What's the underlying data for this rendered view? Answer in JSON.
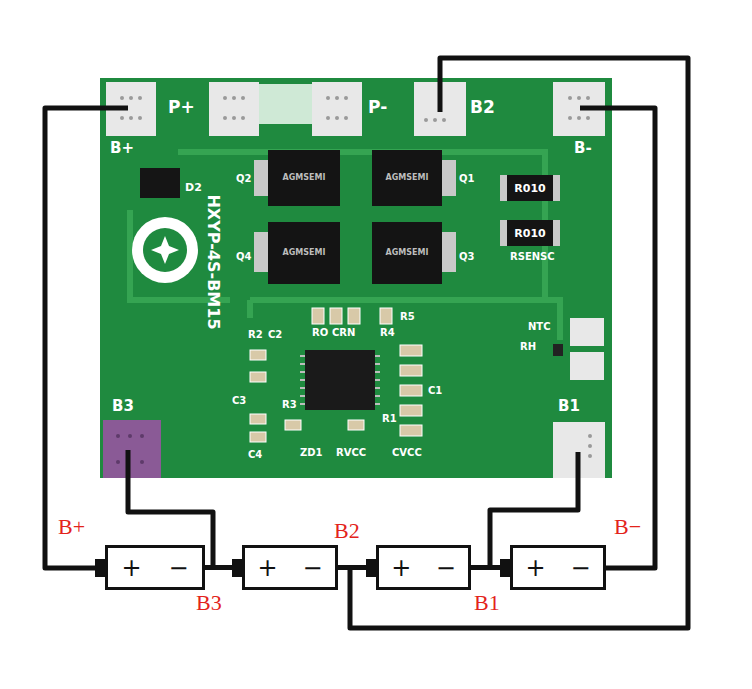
{
  "diagram": {
    "nodes": [
      {
        "text": [
          "+",
          "−"
        ]
      },
      {
        "text": [
          "+",
          "−"
        ]
      },
      {
        "text": [
          "+",
          "−"
        ]
      },
      {
        "text": [
          "+",
          "−"
        ]
      }
    ],
    "edges": [
      {
        "from": 0,
        "to": 1,
        "arrow": "none"
      },
      {
        "from": 1,
        "to": 2,
        "arrow": "none"
      },
      {
        "from": 2,
        "to": 3,
        "arrow": "none"
      }
    ],
    "labels": [
      "P+",
      "P-",
      "B2",
      "B-",
      "B+",
      "D2",
      "HXYP-4S-BM15",
      "Q2",
      "Q1",
      "Q4",
      "Q3",
      "AGMSEMI",
      "AGMSEMI",
      "AGMSEMI",
      "AGMSEMI",
      "R010",
      "R010",
      "RSENSC",
      "NTC",
      "RH",
      "B3",
      "B1",
      "R2",
      "C2",
      "RO",
      "CRN",
      "R4",
      "R5",
      "C3",
      "R3",
      "R1",
      "C4",
      "C1",
      "ZD1",
      "RVCC",
      "CVCC",
      "B+",
      "B3",
      "B2",
      "B1",
      "B−"
    ]
  }
}
